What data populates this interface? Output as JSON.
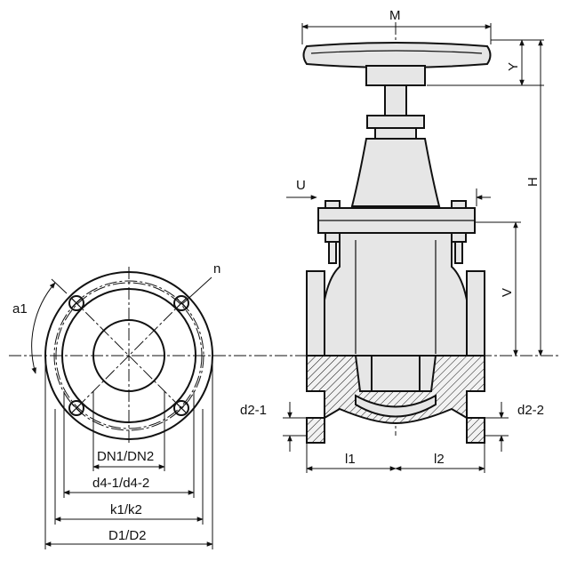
{
  "labels": {
    "M": "M",
    "Y": "Y",
    "H": "H",
    "U": "U",
    "V": "V",
    "n": "n",
    "a1": "a1",
    "d2_1": "d2-1",
    "d2_2": "d2-2",
    "l1": "l1",
    "l2": "l2",
    "DN": "DN1/DN2",
    "d4": "d4-1/d4-2",
    "k": "k1/k2",
    "D": "D1/D2"
  },
  "colors": {
    "line": "#111111",
    "body_fill": "#e6e6e6",
    "background": "#ffffff"
  }
}
